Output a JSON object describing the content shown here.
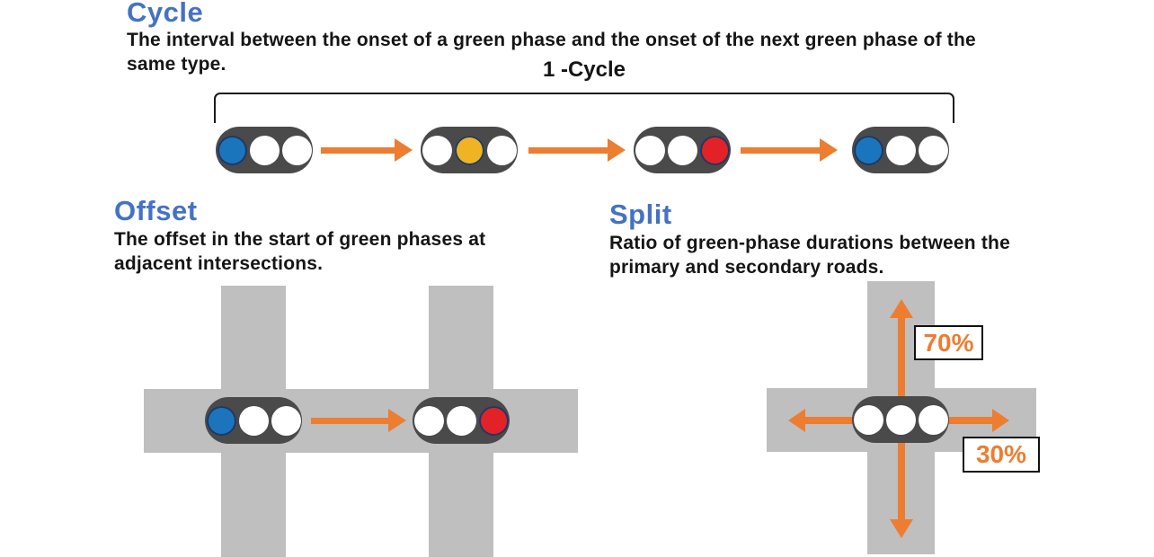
{
  "colors": {
    "title_blue": "#4472C4",
    "text_ink": "#151515",
    "road_gray": "#BFBFBF",
    "light_housing": "#4A4A4A",
    "arrow_orange": "#ED7D31",
    "lamp_white": "#FFFFFF",
    "lamp_blue": "#1B75BC",
    "lamp_yellow": "#F0B323",
    "lamp_red": "#E32227",
    "lamp_rim": "#1F3864"
  },
  "cycle": {
    "title": "Cycle",
    "description_lines": [
      "The interval between the onset of a green phase and the onset of the next green phase of the",
      "same type."
    ],
    "bracket_label": "1 -Cycle",
    "lights": [
      {
        "name": "phase-1",
        "lamps": [
          "blue",
          "white",
          "white"
        ]
      },
      {
        "name": "phase-2",
        "lamps": [
          "white",
          "yellow",
          "white"
        ]
      },
      {
        "name": "phase-3",
        "lamps": [
          "white",
          "white",
          "red"
        ]
      },
      {
        "name": "phase-4",
        "lamps": [
          "blue",
          "white",
          "white"
        ]
      }
    ]
  },
  "offset": {
    "title": "Offset",
    "description_lines": [
      "The offset in the start of green phases at",
      "adjacent intersections."
    ],
    "lights": [
      {
        "name": "intersection-1",
        "lamps": [
          "blue",
          "white",
          "white"
        ]
      },
      {
        "name": "intersection-2",
        "lamps": [
          "white",
          "white",
          "red"
        ]
      }
    ]
  },
  "split": {
    "title": "Split",
    "description_lines": [
      "Ratio of green-phase durations between the",
      "primary and secondary roads."
    ],
    "light": {
      "name": "split-intersection",
      "lamps": [
        "white",
        "white",
        "white"
      ]
    },
    "primary_label": "70%",
    "secondary_label": "30%"
  }
}
